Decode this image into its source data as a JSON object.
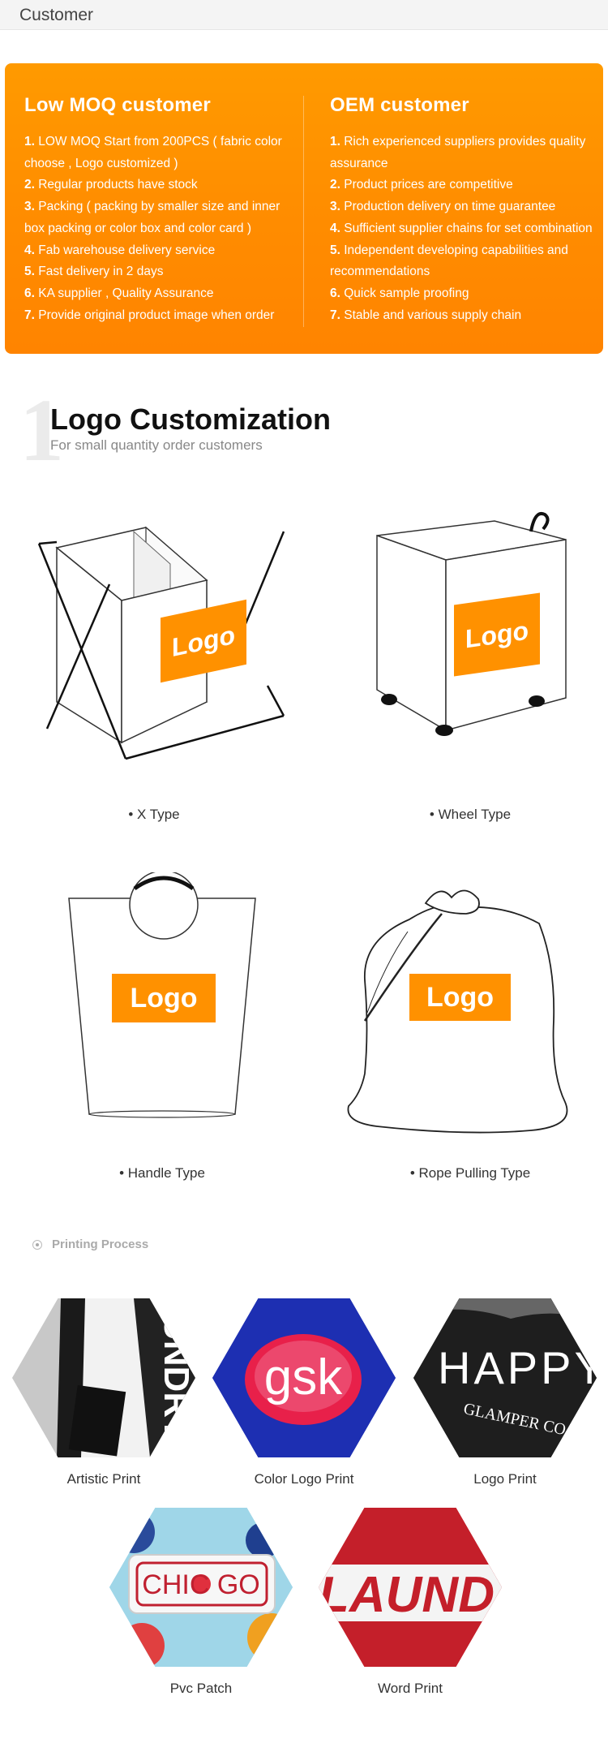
{
  "topbar": {
    "title": "Customer"
  },
  "customer_box": {
    "left": {
      "title": "Low MOQ customer",
      "items": [
        {
          "num": "1.",
          "text": "LOW MOQ Start from 200PCS ( fabric color"
        },
        {
          "num": "",
          "text": "choose , Logo customized )"
        },
        {
          "num": "2.",
          "text": "Regular products have stock"
        },
        {
          "num": "3.",
          "text": "Packing ( packing by smaller size and inner"
        },
        {
          "num": "",
          "text": "box packing or color box and color card )"
        },
        {
          "num": "4.",
          "text": "Fab warehouse delivery service"
        },
        {
          "num": "5.",
          "text": "Fast delivery in 2 days"
        },
        {
          "num": "6.",
          "text": "KA supplier , Quality Assurance"
        },
        {
          "num": "7.",
          "text": "Provide original product image when order"
        }
      ]
    },
    "right": {
      "title": "OEM customer",
      "items": [
        {
          "num": "1.",
          "text": "Rich experienced suppliers provides quality"
        },
        {
          "num": "",
          "text": "assurance"
        },
        {
          "num": "2.",
          "text": "Product prices are competitive"
        },
        {
          "num": "3.",
          "text": "Production delivery on time guarantee"
        },
        {
          "num": "4.",
          "text": "Sufficient supplier chains for set combination"
        },
        {
          "num": "5.",
          "text": "Independent developing capabilities and"
        },
        {
          "num": "",
          "text": "recommendations"
        },
        {
          "num": "6.",
          "text": "Quick sample proofing"
        },
        {
          "num": "7.",
          "text": "Stable and various supply chain"
        }
      ]
    }
  },
  "logo_section": {
    "number": "1",
    "title": "Logo Customization",
    "subtitle": "For small quantity order customers"
  },
  "products": [
    {
      "caption": "• X Type",
      "logo": "Logo"
    },
    {
      "caption": "• Wheel Type",
      "logo": "Logo"
    },
    {
      "caption": "• Handle Type",
      "logo": "Logo"
    },
    {
      "caption": "• Rope Pulling Type",
      "logo": "Logo"
    }
  ],
  "printing": {
    "title": "Printing Process",
    "items": [
      {
        "caption": "Artistic Print",
        "text": "UNDRY"
      },
      {
        "caption": "Color Logo Print",
        "text": "gsk"
      },
      {
        "caption": "Logo Print",
        "text": "HAPPY",
        "text2": "GLAMPER CO."
      },
      {
        "caption": "Pvc Patch",
        "text": "CHIC GO"
      },
      {
        "caption": "Word Print",
        "text": "LAUND"
      }
    ]
  },
  "colors": {
    "accent": "#ff9100",
    "box": "#ff9000"
  }
}
